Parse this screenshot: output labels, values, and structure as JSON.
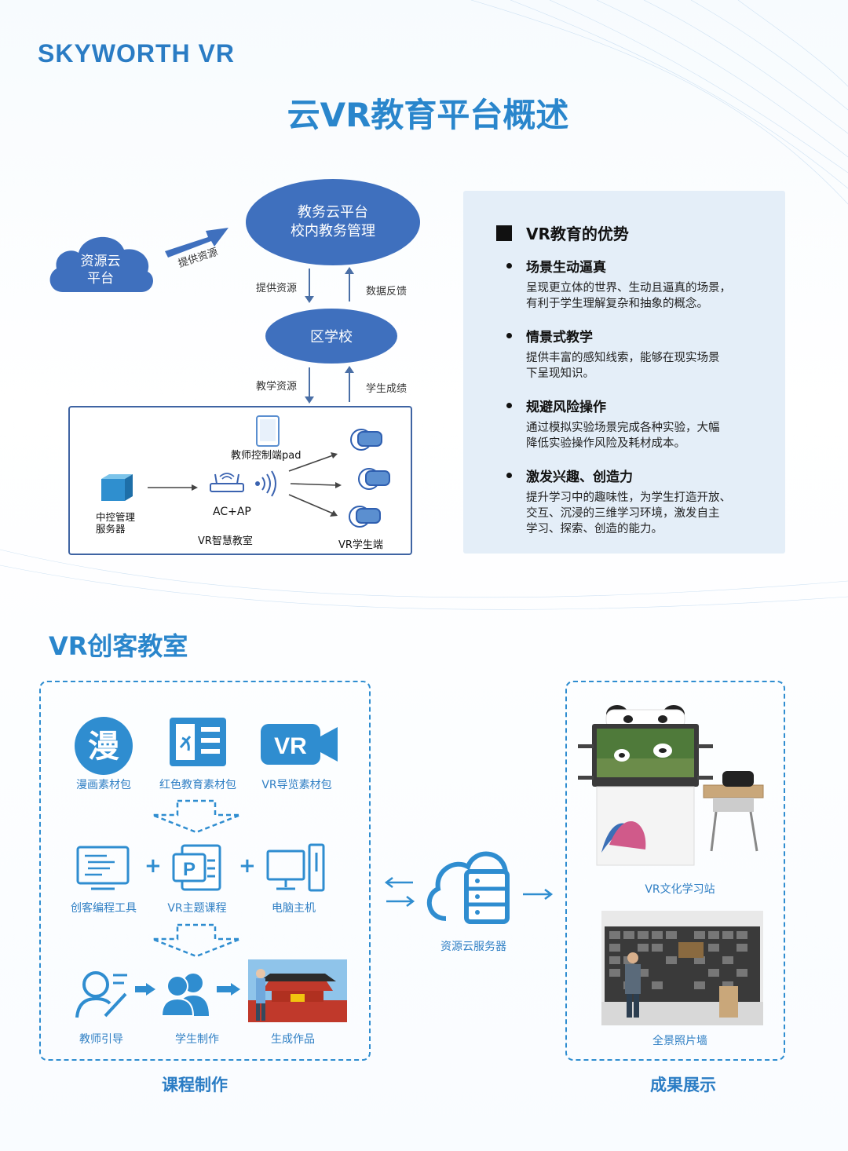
{
  "brand": "SKYWORTH VR",
  "title": "云VR教育平台概述",
  "colors": {
    "accent": "#2a86cc",
    "node": "#3f70be",
    "panel": "#e4eef8"
  },
  "platform_diagram": {
    "cloud_label": [
      "资源云",
      "平台"
    ],
    "cloud_arrow_label": "提供资源",
    "top_node": [
      "教务云平台",
      "校内教务管理"
    ],
    "top_down_label": "提供资源",
    "top_up_label": "数据反馈",
    "district_node": "区学校",
    "district_down_label": "教学资源",
    "district_up_label": "学生成绩",
    "teacher_pad": "教师控制端pad",
    "server_label": [
      "中控管理",
      "服务器"
    ],
    "ap_label": "AC+AP",
    "classroom_label": "VR智慧教室",
    "student_label": "VR学生端"
  },
  "advantages": {
    "title": "VR教育的优势",
    "items": [
      {
        "heading": "场景生动逼真",
        "desc": [
          "呈现更立体的世界、生动且逼真的场景，",
          "有利于学生理解复杂和抽象的概念。"
        ]
      },
      {
        "heading": "情景式教学",
        "desc": [
          "提供丰富的感知线索，能够在现实场景",
          "下呈现知识。"
        ]
      },
      {
        "heading": "规避风险操作",
        "desc": [
          "通过模拟实验场景完成各种实验，大幅",
          "降低实验操作风险及耗材成本。"
        ]
      },
      {
        "heading": "激发兴趣、创造力",
        "desc": [
          "提升学习中的趣味性，为学生打造开放、",
          "交互、沉浸的三维学习环境，激发自主",
          "学习、探索、创造的能力。"
        ]
      }
    ]
  },
  "maker": {
    "title": "VR创客教室",
    "course": {
      "row1": [
        "漫画素材包",
        "红色教育素材包",
        "VR导览素材包"
      ],
      "row2": [
        "创客编程工具",
        "VR主题课程",
        "电脑主机"
      ],
      "row3": [
        "教师引导",
        "学生制作",
        "生成作品"
      ],
      "comic_glyph": "漫",
      "vr_glyph": "VR",
      "plus": "+",
      "caption": "课程制作"
    },
    "server_caption": "资源云服务器",
    "show": {
      "items": [
        "VR文化学习站",
        "全景照片墙"
      ],
      "caption": "成果展示"
    }
  }
}
